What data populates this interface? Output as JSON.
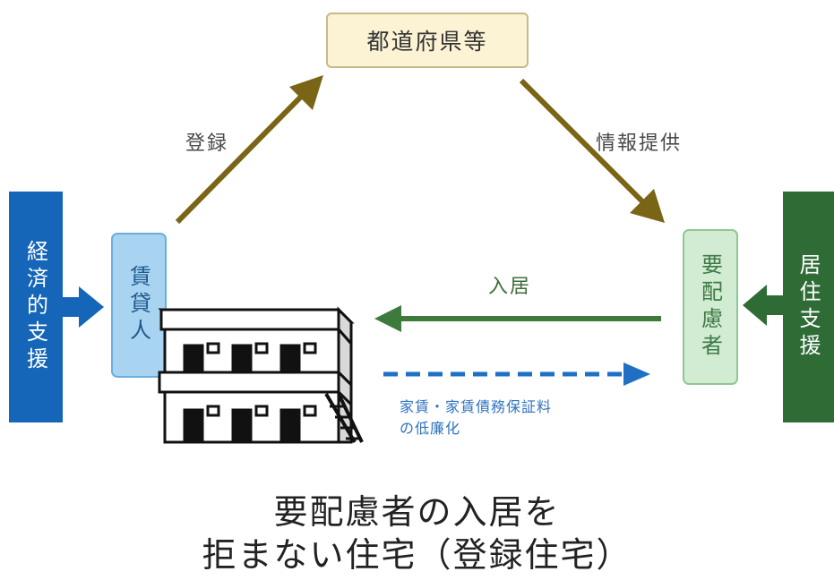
{
  "nodes": {
    "government": "都道府県等",
    "economic_support": "経済的支援",
    "landlord": "賃貸人",
    "tenant": "要配慮者",
    "housing_support": "居住支援"
  },
  "edges": {
    "register": "登録",
    "info_provision": "情報提供",
    "move_in": "入居",
    "rent_reduction_line1": "家賃・家賃債務保証料",
    "rent_reduction_line2": "の低廉化"
  },
  "caption": {
    "line1": "要配慮者の入居を",
    "line2": "拒まない住宅（登録住宅）"
  },
  "colors": {
    "olive_arrow": "#7a6516",
    "green_arrow": "#3f7a3d",
    "blue_dashed": "#1f6fc4",
    "left_bar": "#1565b8",
    "right_bar": "#2e6b35"
  }
}
